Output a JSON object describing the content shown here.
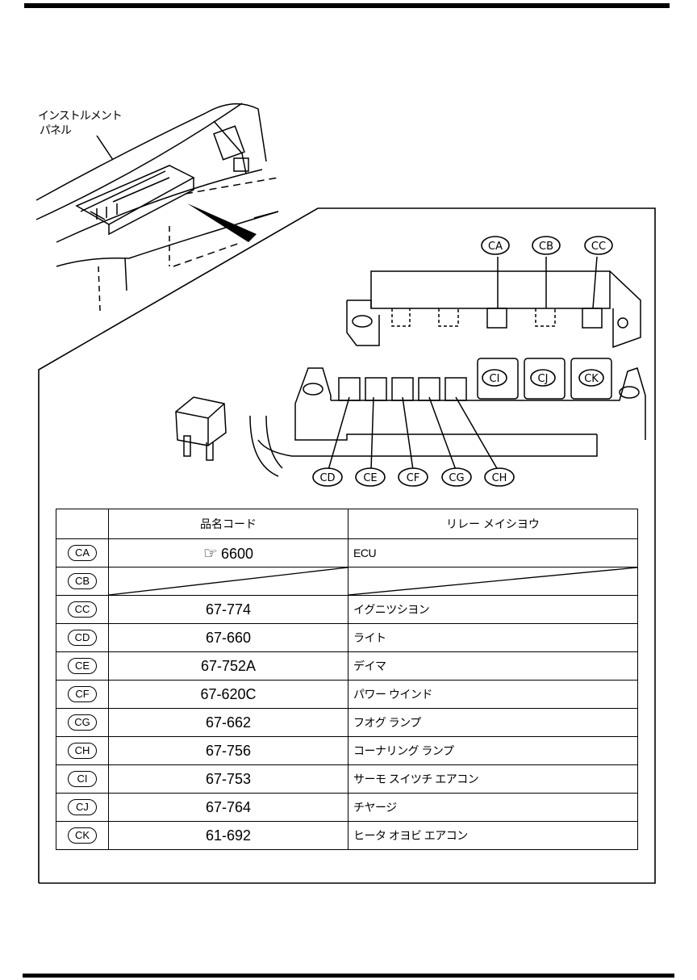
{
  "labels": {
    "panel_line1": "インストルメント",
    "panel_line2": "パネル"
  },
  "table": {
    "headers": [
      "",
      "品名コード",
      "リレー メイシヨウ"
    ],
    "rows": [
      {
        "code": "CA",
        "part": "6600",
        "name": "ECU",
        "ref": true
      },
      {
        "code": "CB",
        "part": "",
        "name": "",
        "slash": true
      },
      {
        "code": "CC",
        "part": "67-774",
        "name": "イグニツシヨン"
      },
      {
        "code": "CD",
        "part": "67-660",
        "name": "ライト"
      },
      {
        "code": "CE",
        "part": "67-752A",
        "name": "デイマ"
      },
      {
        "code": "CF",
        "part": "67-620C",
        "name": "パワー ウインド"
      },
      {
        "code": "CG",
        "part": "67-662",
        "name": "フオグ ランプ"
      },
      {
        "code": "CH",
        "part": "67-756",
        "name": "コーナリング ランプ"
      },
      {
        "code": "CI",
        "part": "67-753",
        "name": "サーモ スイツチ エアコン"
      },
      {
        "code": "CJ",
        "part": "67-764",
        "name": "チヤージ"
      },
      {
        "code": "CK",
        "part": "61-692",
        "name": "ヒータ オヨビ エアコン"
      }
    ]
  },
  "callouts": {
    "top": [
      "CA",
      "CB",
      "CC"
    ],
    "bottom": [
      "CD",
      "CE",
      "CF",
      "CG",
      "CH"
    ],
    "boxed": [
      "CI",
      "CJ",
      "CK"
    ]
  }
}
